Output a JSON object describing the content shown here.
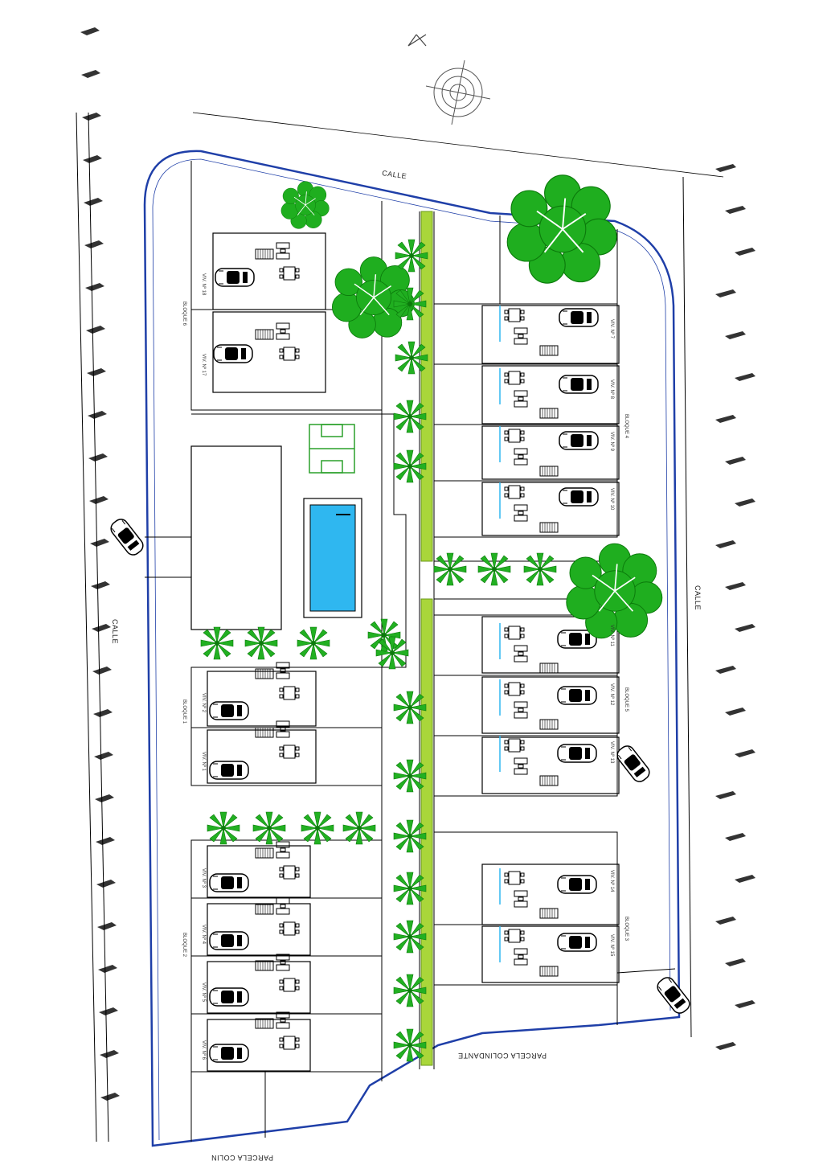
{
  "street_labels": {
    "north": "CALLE",
    "west": "CALLE",
    "east": "CALLE"
  },
  "neighbor_labels": {
    "south_east": "PARCELA COLINDANTE",
    "south_west": "PARCELA COLIN"
  },
  "blocks": {
    "b1": "BLOQUE 1",
    "b2": "BLOQUE 2",
    "b3": "BLOQUE 3",
    "b4": "BLOQUE 4",
    "b5": "BLOQUE 5",
    "b6": "BLOQUE 6"
  },
  "dwellings_west": [
    "VIV. Nº 18",
    "VIV. Nº 17",
    "VIV. Nº 2",
    "VIV. Nº 1",
    "VIV. Nº 3",
    "VIV. Nº 4",
    "VIV. Nº 5",
    "VIV. Nº 6"
  ],
  "dwellings_east": [
    "VIV. Nº 7",
    "VIV. Nº 8",
    "VIV. Nº 9",
    "VIV. Nº 10",
    "VIV. Nº 11",
    "VIV. Nº 12",
    "VIV. Nº 13",
    "VIV. Nº 14",
    "VIV. Nº 15"
  ],
  "colors": {
    "boundary": "#1f3fa8",
    "pool": "#2fb7f0",
    "vegetation": "#1fae1f",
    "green_strip": "#a9d63a",
    "line": "#000000"
  },
  "icons": [
    "north-arrow-icon",
    "car-icon",
    "palm-tree-icon",
    "tree-canopy-icon",
    "pool-icon",
    "sports-court-icon"
  ]
}
